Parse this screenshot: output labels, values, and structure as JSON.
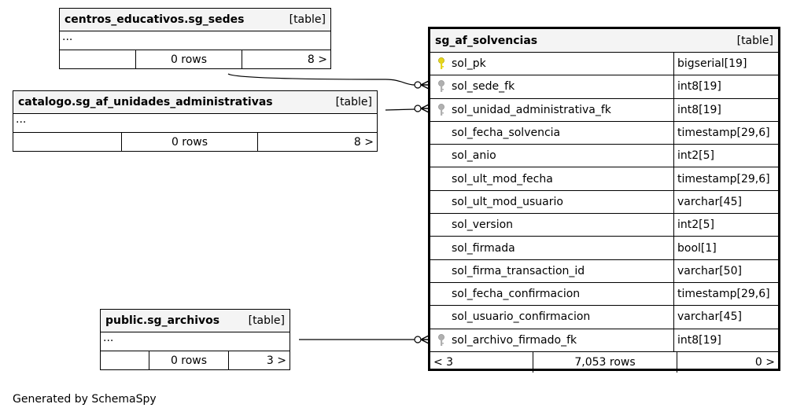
{
  "tables": {
    "sedes": {
      "name": "centros_educativos.sg_sedes",
      "type": "[table]",
      "dots": "...",
      "parents": "",
      "rows": "0 rows",
      "children": "8 >"
    },
    "unidades": {
      "name": "catalogo.sg_af_unidades_administrativas",
      "type": "[table]",
      "dots": "...",
      "parents": "",
      "rows": "0 rows",
      "children": "8 >"
    },
    "archivos": {
      "name": "public.sg_archivos",
      "type": "[table]",
      "dots": "...",
      "parents": "",
      "rows": "0 rows",
      "children": "3 >"
    },
    "main": {
      "name": "sg_af_solvencias",
      "type": "[table]",
      "columns": [
        {
          "name": "sol_pk",
          "type": "bigserial[19]",
          "key": "primary"
        },
        {
          "name": "sol_sede_fk",
          "type": "int8[19]",
          "key": "foreign"
        },
        {
          "name": "sol_unidad_administrativa_fk",
          "type": "int8[19]",
          "key": "foreign"
        },
        {
          "name": "sol_fecha_solvencia",
          "type": "timestamp[29,6]",
          "key": "none"
        },
        {
          "name": "sol_anio",
          "type": "int2[5]",
          "key": "none"
        },
        {
          "name": "sol_ult_mod_fecha",
          "type": "timestamp[29,6]",
          "key": "none"
        },
        {
          "name": "sol_ult_mod_usuario",
          "type": "varchar[45]",
          "key": "none"
        },
        {
          "name": "sol_version",
          "type": "int2[5]",
          "key": "none"
        },
        {
          "name": "sol_firmada",
          "type": "bool[1]",
          "key": "none"
        },
        {
          "name": "sol_firma_transaction_id",
          "type": "varchar[50]",
          "key": "none"
        },
        {
          "name": "sol_fecha_confirmacion",
          "type": "timestamp[29,6]",
          "key": "none"
        },
        {
          "name": "sol_usuario_confirmacion",
          "type": "varchar[45]",
          "key": "none"
        },
        {
          "name": "sol_archivo_firmado_fk",
          "type": "int8[19]",
          "key": "foreign"
        }
      ],
      "parents": "< 3",
      "rows": "7,053 rows",
      "children": "0 >"
    }
  },
  "footer": "Generated by SchemaSpy",
  "colors": {
    "primary_key": "#e6d61a",
    "foreign_key": "#b0b0b0",
    "header_bg": "#f4f4f4"
  }
}
